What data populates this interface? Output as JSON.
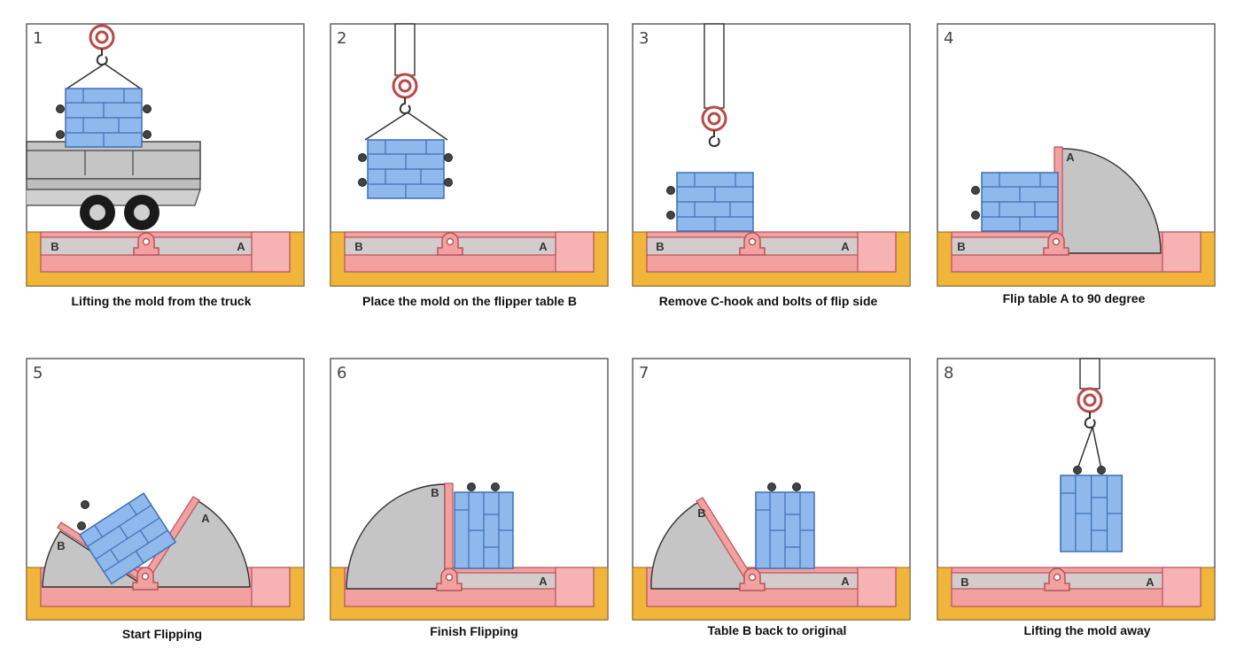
{
  "panels": [
    {
      "number": "1",
      "caption": "Lifting the mold from the truck",
      "table_labels": [
        "B",
        "A"
      ]
    },
    {
      "number": "2",
      "caption": "Place the mold on the flipper table B",
      "table_labels": [
        "B",
        "A"
      ]
    },
    {
      "number": "3",
      "caption": "Remove C-hook and bolts of flip side",
      "table_labels": [
        "B",
        "A"
      ]
    },
    {
      "number": "4",
      "caption": "Flip table A to 90 degree",
      "table_labels": [
        "B",
        "A"
      ]
    },
    {
      "number": "5",
      "caption": "Start Flipping",
      "table_labels": [
        "B",
        "A"
      ]
    },
    {
      "number": "6",
      "caption": "Finish Flipping",
      "table_labels": [
        "B",
        "A"
      ]
    },
    {
      "number": "7",
      "caption": "Table B back to original",
      "table_labels": [
        "B",
        "A"
      ]
    },
    {
      "number": "8",
      "caption": "Lifting the mold away",
      "table_labels": [
        "B",
        "A"
      ]
    }
  ],
  "colors": {
    "mold": "#8fb9ec",
    "mold_line": "#3d6fb5",
    "table": "#f2a0a0",
    "table_line": "#b5545a",
    "pit": "#f2b53c",
    "gray": "#c5c5c5",
    "hook": "#b84a4a"
  }
}
